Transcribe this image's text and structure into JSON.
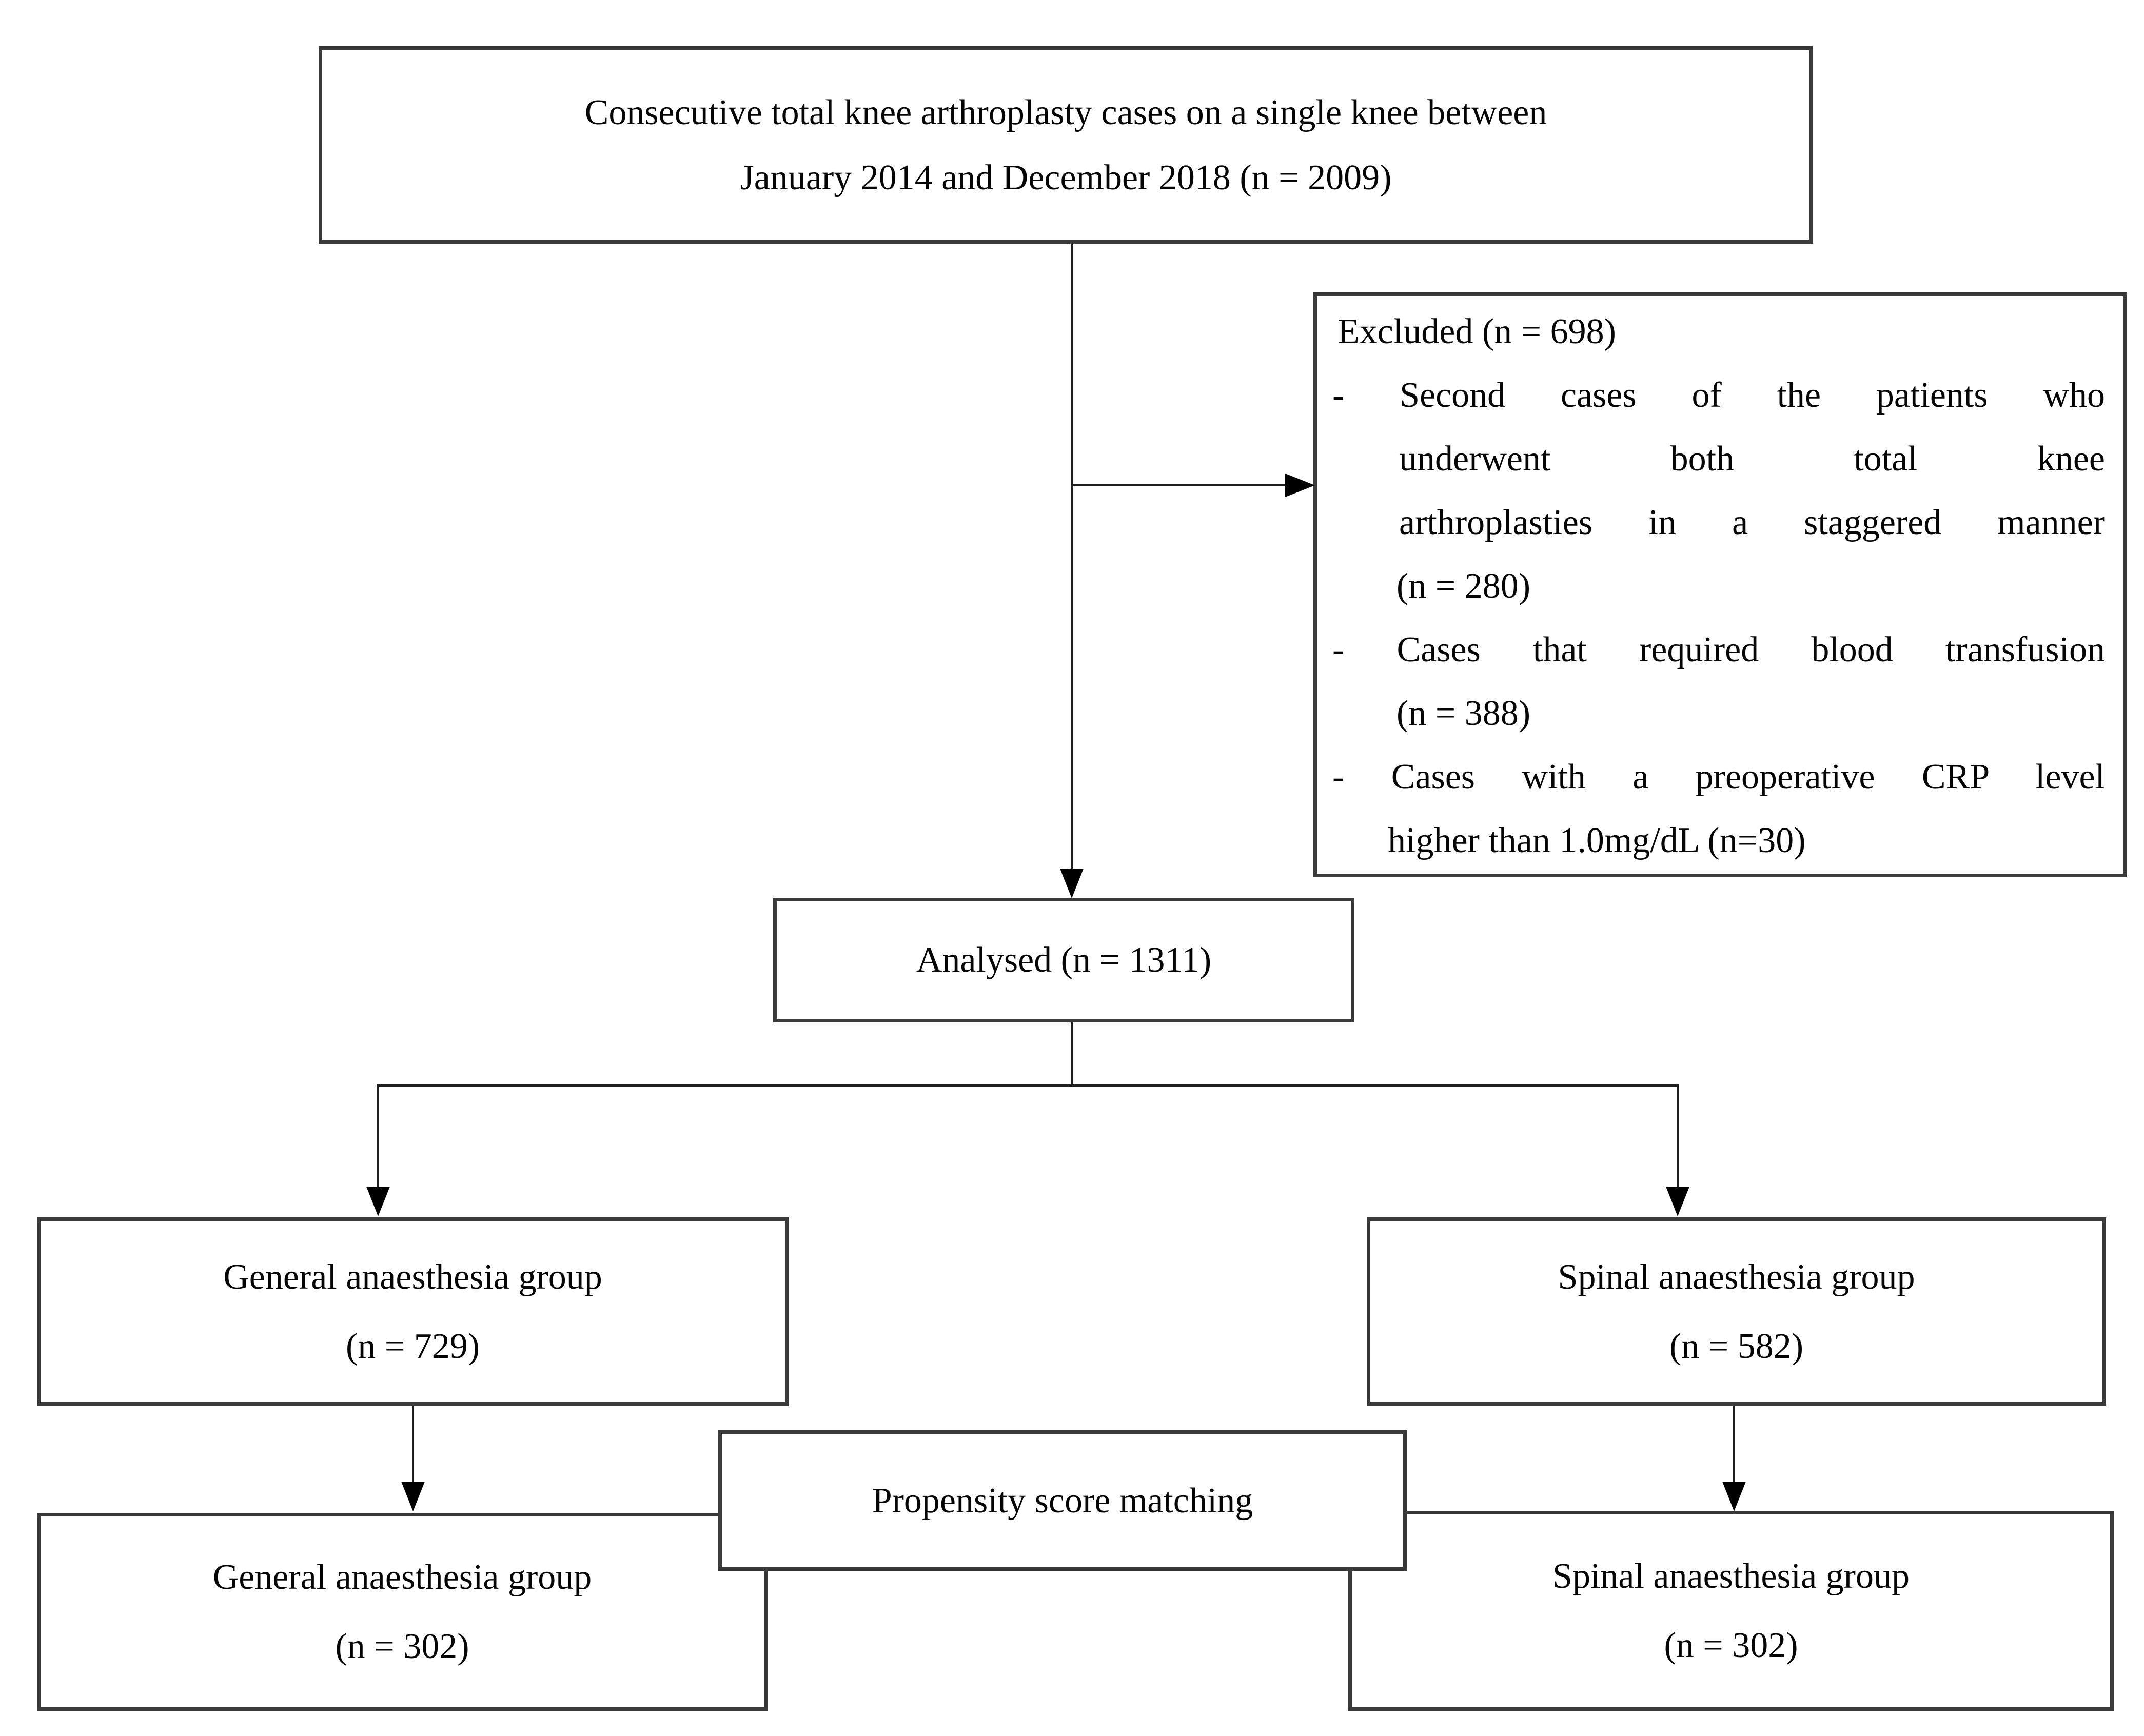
{
  "figure": {
    "background": "#ffffff",
    "colors": {
      "box_border": "#3a3a3a",
      "connector_line": "#1f1f1f",
      "arrowhead": "#000000",
      "text": "#050505"
    },
    "boxes": {
      "enrollment": {
        "lines": [
          "Consecutive total knee arthroplasty cases on a single knee between",
          "January 2014 and December 2018 (n = 2009)"
        ]
      },
      "excluded": {
        "lines": [
          {
            "text": "Excluded (n = 698)"
          },
          {
            "text": "- Second cases of the patients who"
          },
          {
            "text": "underwent both total knee"
          },
          {
            "text": "arthroplasties in a staggered manner"
          },
          {
            "text": "(n = 280)"
          },
          {
            "text": "- Cases that required blood transfusion"
          },
          {
            "text": "(n = 388)"
          },
          {
            "text": "- Cases with a preoperative CRP level"
          },
          {
            "text": "higher than 1.0mg/dL (n=30)"
          }
        ]
      },
      "analysed": {
        "label": "Analysed (n = 1311)"
      },
      "general_full": {
        "lines": [
          "General anaesthesia group",
          "(n = 729)"
        ]
      },
      "spinal_full": {
        "lines": [
          "Spinal anaesthesia group",
          "(n = 582)"
        ]
      },
      "propensity": {
        "label": "Propensity score matching"
      },
      "general_matched": {
        "lines": [
          "General anaesthesia group",
          "(n = 302)"
        ]
      },
      "spinal_matched": {
        "lines": [
          "Spinal anaesthesia group",
          "(n = 302)"
        ]
      }
    }
  }
}
